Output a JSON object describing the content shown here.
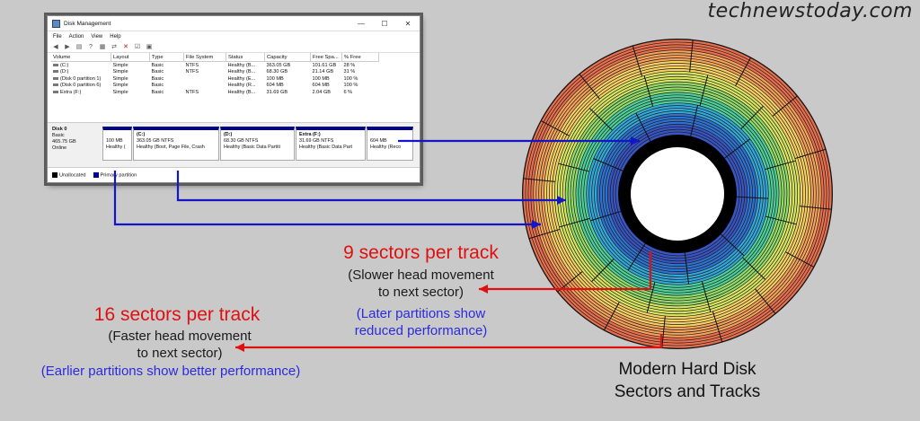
{
  "brand": "technewstoday.com",
  "window": {
    "title": "Disk Management",
    "controls": [
      "—",
      "☐",
      "✕"
    ],
    "menu": [
      "File",
      "Action",
      "View",
      "Help"
    ],
    "columns": [
      "Volume",
      "Layout",
      "Type",
      "File System",
      "Status",
      "Capacity",
      "Free Spa...",
      "% Free"
    ],
    "rows": [
      [
        "(C:)",
        "Simple",
        "Basic",
        "NTFS",
        "Healthy (B...",
        "363.05 GB",
        "101.61 GB",
        "28 %"
      ],
      [
        "(D:)",
        "Simple",
        "Basic",
        "NTFS",
        "Healthy (B...",
        "68.30 GB",
        "21.14 GB",
        "31 %"
      ],
      [
        "(Disk 0 partition 1)",
        "Simple",
        "Basic",
        "",
        "Healthy (E...",
        "100 MB",
        "100 MB",
        "100 %"
      ],
      [
        "(Disk 0 partition 6)",
        "Simple",
        "Basic",
        "",
        "Healthy (R...",
        "604 MB",
        "604 MB",
        "100 %"
      ],
      [
        "Extra (F:)",
        "Simple",
        "Basic",
        "NTFS",
        "Healthy (B...",
        "31.69 GB",
        "2.04 GB",
        "6 %"
      ]
    ],
    "disk": {
      "name": "Disk 0",
      "type": "Basic",
      "size": "465.75 GB",
      "status": "Online"
    },
    "partitions": [
      {
        "name": "",
        "size": "100 MB",
        "status": "Healthy ("
      },
      {
        "name": "(C:)",
        "size": "363.05 GB NTFS",
        "status": "Healthy (Boot, Page File, Crash"
      },
      {
        "name": "(D:)",
        "size": "68.30 GB NTFS",
        "status": "Healthy (Basic Data Partiti"
      },
      {
        "name": "Extra (F:)",
        "size": "31.69 GB NTFS",
        "status": "Healthy (Basic Data Part"
      },
      {
        "name": "",
        "size": "604 MB",
        "status": "Healthy (Reco"
      }
    ],
    "legend": {
      "unallocated": "Unallocated",
      "primary": "Primary partition"
    }
  },
  "annotations": {
    "nine_title": "9 sectors per track",
    "nine_line1": "(Slower head movement",
    "nine_line2": "to next sector)",
    "nine_blue1": "(Later partitions show",
    "nine_blue2": "reduced performance)",
    "sixteen_title": "16 sectors per track",
    "sixteen_line1": "(Faster head movement",
    "sixteen_line2": "to next sector)",
    "sixteen_blue": "(Earlier partitions show better performance)",
    "caption1": "Modern Hard Disk",
    "caption2": "Sectors and Tracks"
  },
  "colors": {
    "arrow_blue": "#1414c8",
    "arrow_red": "#e01010",
    "ring_colors": [
      "#e8704e",
      "#f5a25a",
      "#f7d063",
      "#d7e562",
      "#93dc6b",
      "#4fcf9a",
      "#33a9d9",
      "#2f72cf",
      "#3855c2"
    ],
    "hub": "#000000"
  }
}
